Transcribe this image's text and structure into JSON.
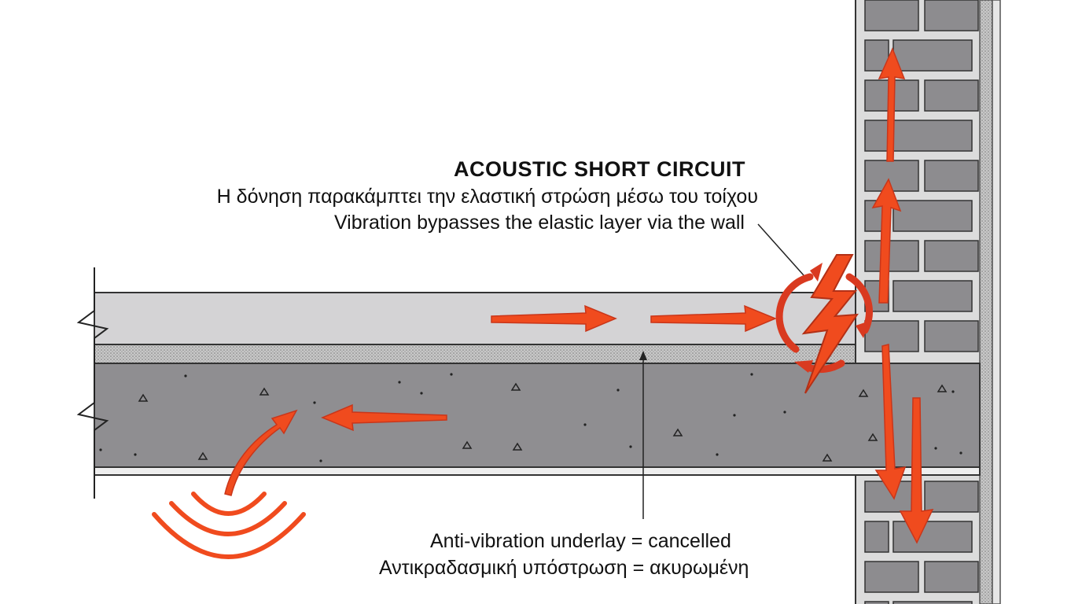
{
  "callout_top": {
    "title": "ACOUSTIC SHORT CIRCUIT",
    "line_greek": "Η δόνηση παρακάμπτει την ελαστική στρώση μέσω του τοίχου",
    "line_english": "Vibration bypasses the elastic layer via the wall"
  },
  "callout_bottom": {
    "line_english": "Anti-vibration underlay = cancelled",
    "line_greek": "Αντικραδασμική υπόστρωση = ακυρωμένη"
  },
  "colors": {
    "arrow": "#f04b1e",
    "arrow_outline": "#c9361a",
    "screed": "#d4d3d5",
    "underlay": "#bdbdbd",
    "slab": "#8f8e91",
    "brick": "#8d8c8f",
    "mortar": "#dcdcdc",
    "ceiling": "#eeeeee"
  },
  "icons": [
    "lightning-bolt-icon",
    "circular-arrows-icon",
    "sound-waves-icon"
  ]
}
